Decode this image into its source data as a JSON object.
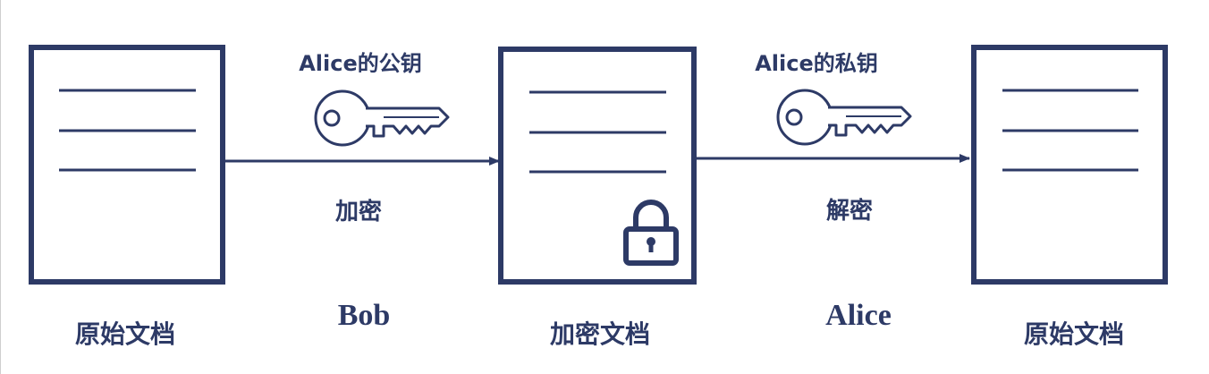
{
  "colors": {
    "primary": "#2d3a66",
    "background": "#ffffff"
  },
  "documents": [
    {
      "label": "原始文档",
      "state": "plain"
    },
    {
      "label": "加密文档",
      "state": "locked"
    },
    {
      "label": "原始文档",
      "state": "plain"
    }
  ],
  "steps": [
    {
      "key_label": "Alice的公钥",
      "action": "加密",
      "actor": "Bob",
      "icon": "key-icon"
    },
    {
      "key_label": "Alice的私钥",
      "action": "解密",
      "actor": "Alice",
      "icon": "key-icon"
    }
  ],
  "lock_icon": "lock-icon"
}
